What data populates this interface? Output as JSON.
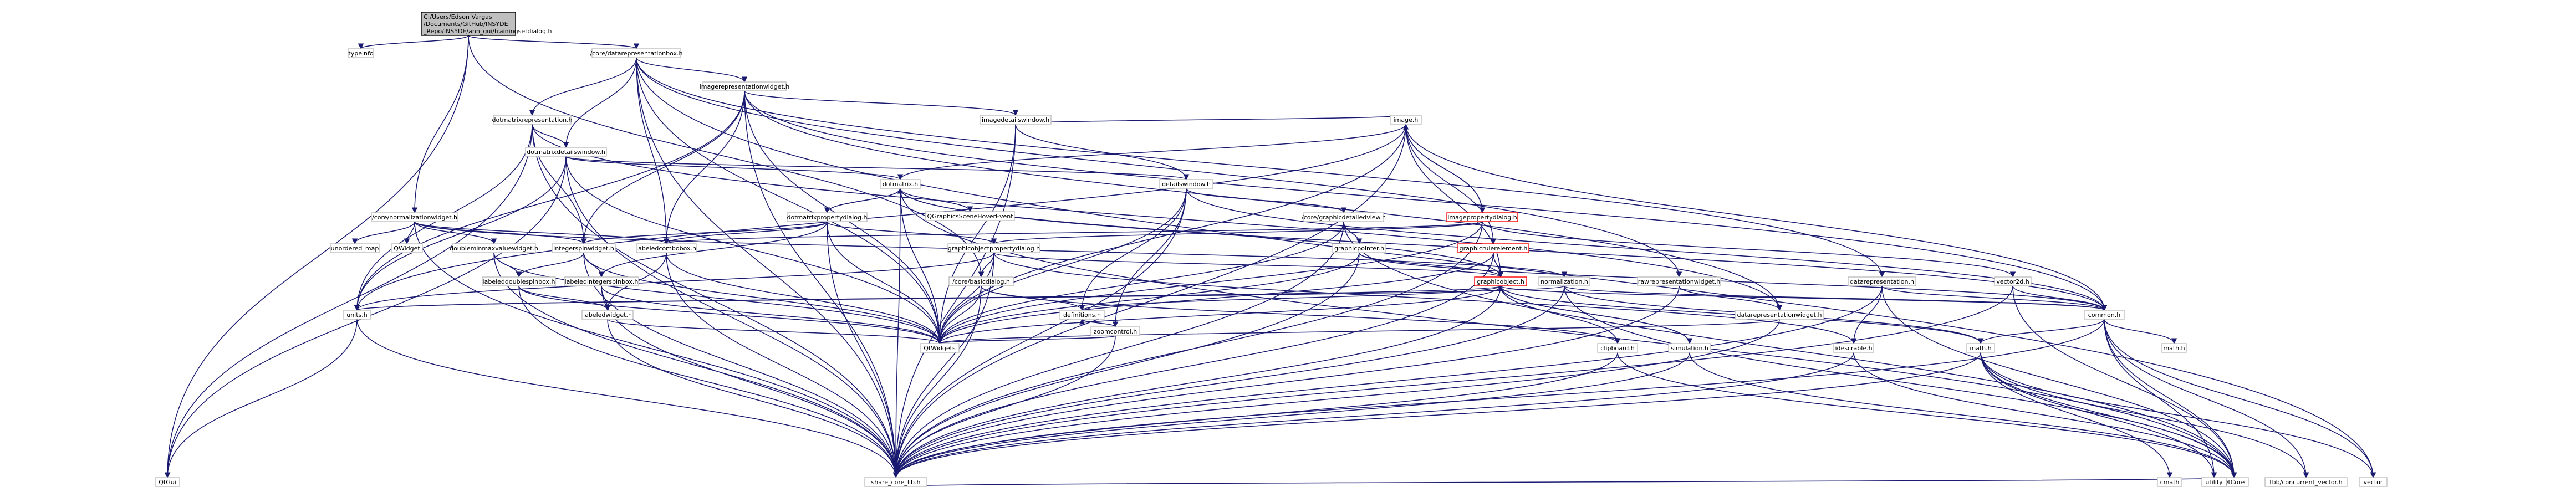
{
  "graph": {
    "root": {
      "id": "root",
      "lines": [
        "C:/Users/Edson Vargas",
        "/Documents/GitHub/INSYDE",
        "_Repo/INSYDE/ann_gui/trainingsetdialog.h"
      ]
    },
    "nodes": [
      {
        "id": "qtgui",
        "label": "QtGui",
        "style": "ext"
      },
      {
        "id": "typeinfo",
        "label": "typeinfo",
        "style": "ext"
      },
      {
        "id": "datarepresentationbox",
        "label": "/core/datarepresentationbox.h",
        "style": "header"
      },
      {
        "id": "imagerepresentationwidget",
        "label": "imagerepresentationwidget.h",
        "style": "header"
      },
      {
        "id": "dotmatrixrepresentation",
        "label": "dotmatrixrepresentation.h",
        "style": "header"
      },
      {
        "id": "imagedetailswindow",
        "label": "imagedetailswindow.h",
        "style": "header"
      },
      {
        "id": "image",
        "label": "image.h",
        "style": "header"
      },
      {
        "id": "dotmatrixdetailswindow",
        "label": "dotmatrixdetailswindow.h",
        "style": "header"
      },
      {
        "id": "detailswindow",
        "label": "detailswindow.h",
        "style": "header"
      },
      {
        "id": "dotmatrix",
        "label": "dotmatrix.h",
        "style": "header"
      },
      {
        "id": "qgraphicsscenehoverevent",
        "label": "QGraphicsSceneHoverEvent",
        "style": "ext"
      },
      {
        "id": "normalizationwidget",
        "label": "/core/normalizationwidget.h",
        "style": "header"
      },
      {
        "id": "dotmatrixpropertydialog",
        "label": "dotmatrixpropertydialog.h",
        "style": "header"
      },
      {
        "id": "graphicdetailedview",
        "label": "/core/graphicdetailedview.h",
        "style": "header"
      },
      {
        "id": "imagepropertydialog",
        "label": "imagepropertydialog.h",
        "style": "red"
      },
      {
        "id": "unorderedmap",
        "label": "unordered_map",
        "style": "ext"
      },
      {
        "id": "qwidget",
        "label": "QWidget",
        "style": "ext"
      },
      {
        "id": "doubleminmaxvaluewidget",
        "label": "doubleminmaxvaluewidget.h",
        "style": "header"
      },
      {
        "id": "integerspinwidget",
        "label": "integerspinwidget.h",
        "style": "header"
      },
      {
        "id": "labeledcombobox",
        "label": "labeledcombobox.h",
        "style": "header"
      },
      {
        "id": "graphicobjectpropertydialog",
        "label": "graphicobjectpropertydialog.h",
        "style": "header"
      },
      {
        "id": "graphicpointer",
        "label": "graphicpointer.h",
        "style": "header"
      },
      {
        "id": "graphicrulerelement",
        "label": "graphicrulerelement.h",
        "style": "red"
      },
      {
        "id": "labeleddoublespinbox",
        "label": "labeleddoublespinbox.h",
        "style": "header"
      },
      {
        "id": "labeledintegerspinbox",
        "label": "labeledintegerspinbox.h",
        "style": "header"
      },
      {
        "id": "corebasicdialog",
        "label": "/core/basicdialog.h",
        "style": "header"
      },
      {
        "id": "zoomcontrol",
        "label": "zoomcontrol.h",
        "style": "header"
      },
      {
        "id": "graphicobject",
        "label": "graphicobject.h",
        "style": "red"
      },
      {
        "id": "normalization",
        "label": "normalization.h",
        "style": "header"
      },
      {
        "id": "rawrepresentationwidget",
        "label": "rawrepresentationwidget.h",
        "style": "header"
      },
      {
        "id": "datarepresentation",
        "label": "datarepresentation.h",
        "style": "header"
      },
      {
        "id": "vector2d",
        "label": "vector2d.h",
        "style": "header"
      },
      {
        "id": "labeledwidget",
        "label": "labeledwidget.h",
        "style": "header"
      },
      {
        "id": "units",
        "label": "units.h",
        "style": "header"
      },
      {
        "id": "definitions",
        "label": "definitions.h",
        "style": "header"
      },
      {
        "id": "datarepresentationwidget",
        "label": "datarepresentationwidget.h",
        "style": "header"
      },
      {
        "id": "common",
        "label": "common.h",
        "style": "header"
      },
      {
        "id": "qtwidgets",
        "label": "QtWidgets",
        "style": "ext"
      },
      {
        "id": "clipboard",
        "label": "clipboard.h",
        "style": "header"
      },
      {
        "id": "simulation",
        "label": "simulation.h",
        "style": "header"
      },
      {
        "id": "idescrable",
        "label": "idescrable.h",
        "style": "header"
      },
      {
        "id": "mathh",
        "label": "math.h",
        "style": "header"
      },
      {
        "id": "mathlib",
        "label": "math.h",
        "style": "ext"
      },
      {
        "id": "sharecorelib",
        "label": "share_core_lib.h",
        "style": "header"
      },
      {
        "id": "qtcore",
        "label": "QtCore",
        "style": "ext"
      },
      {
        "id": "cmath",
        "label": "cmath",
        "style": "ext"
      },
      {
        "id": "utility",
        "label": "utility",
        "style": "ext"
      },
      {
        "id": "tbbconcurrentvector",
        "label": "tbb/concurrent_vector.h",
        "style": "ext"
      },
      {
        "id": "vector",
        "label": "vector",
        "style": "ext"
      }
    ],
    "edges": [
      [
        "root",
        "qtgui"
      ],
      [
        "root",
        "typeinfo"
      ],
      [
        "root",
        "datarepresentationbox"
      ],
      [
        "root",
        "normalizationwidget"
      ],
      [
        "root",
        "corebasicdialog"
      ],
      [
        "datarepresentationbox",
        "imagerepresentationwidget"
      ],
      [
        "datarepresentationbox",
        "dotmatrixrepresentation"
      ],
      [
        "datarepresentationbox",
        "dotmatrixdetailswindow"
      ],
      [
        "datarepresentationbox",
        "labeledcombobox"
      ],
      [
        "datarepresentationbox",
        "qtwidgets"
      ],
      [
        "datarepresentationbox",
        "sharecorelib"
      ],
      [
        "datarepresentationbox",
        "rawrepresentationwidget"
      ],
      [
        "datarepresentationbox",
        "datarepresentation"
      ],
      [
        "datarepresentationbox",
        "vector"
      ],
      [
        "imagerepresentationwidget",
        "imagedetailswindow"
      ],
      [
        "imagerepresentationwidget",
        "integerspinwidget"
      ],
      [
        "imagerepresentationwidget",
        "labeledcombobox"
      ],
      [
        "imagerepresentationwidget",
        "units"
      ],
      [
        "imagerepresentationwidget",
        "datarepresentationwidget"
      ],
      [
        "imagerepresentationwidget",
        "qtwidgets"
      ],
      [
        "imagerepresentationwidget",
        "sharecorelib"
      ],
      [
        "imagerepresentationwidget",
        "common"
      ],
      [
        "dotmatrixrepresentation",
        "dotmatrixdetailswindow"
      ],
      [
        "dotmatrixrepresentation",
        "integerspinwidget"
      ],
      [
        "dotmatrixrepresentation",
        "units"
      ],
      [
        "dotmatrixrepresentation",
        "datarepresentationwidget"
      ],
      [
        "dotmatrixrepresentation",
        "qtgui"
      ],
      [
        "dotmatrixrepresentation",
        "sharecorelib"
      ],
      [
        "imagedetailswindow",
        "image"
      ],
      [
        "imagedetailswindow",
        "detailswindow"
      ],
      [
        "imagedetailswindow",
        "qtwidgets"
      ],
      [
        "imagedetailswindow",
        "sharecorelib"
      ],
      [
        "image",
        "dotmatrix"
      ],
      [
        "image",
        "imagepropertydialog"
      ],
      [
        "image",
        "graphicobject"
      ],
      [
        "image",
        "graphicrulerelement"
      ],
      [
        "image",
        "units"
      ],
      [
        "image",
        "qtwidgets"
      ],
      [
        "image",
        "sharecorelib"
      ],
      [
        "image",
        "common"
      ],
      [
        "dotmatrixdetailswindow",
        "dotmatrix"
      ],
      [
        "dotmatrixdetailswindow",
        "detailswindow"
      ],
      [
        "dotmatrixdetailswindow",
        "qtwidgets"
      ],
      [
        "dotmatrixdetailswindow",
        "sharecorelib"
      ],
      [
        "dotmatrixdetailswindow",
        "qtgui"
      ],
      [
        "dotmatrixdetailswindow",
        "units"
      ],
      [
        "detailswindow",
        "graphicdetailedview"
      ],
      [
        "detailswindow",
        "zoomcontrol"
      ],
      [
        "detailswindow",
        "definitions"
      ],
      [
        "detailswindow",
        "qtwidgets"
      ],
      [
        "detailswindow",
        "sharecorelib"
      ],
      [
        "detailswindow",
        "common"
      ],
      [
        "dotmatrix",
        "dotmatrixpropertydialog"
      ],
      [
        "dotmatrix",
        "qgraphicsscenehoverevent"
      ],
      [
        "dotmatrix",
        "graphicobject"
      ],
      [
        "dotmatrix",
        "qtwidgets"
      ],
      [
        "dotmatrix",
        "sharecorelib"
      ],
      [
        "dotmatrix",
        "common"
      ],
      [
        "dotmatrix",
        "qtcore"
      ],
      [
        "normalizationwidget",
        "unorderedmap"
      ],
      [
        "normalizationwidget",
        "qwidget"
      ],
      [
        "normalizationwidget",
        "doubleminmaxvaluewidget"
      ],
      [
        "normalizationwidget",
        "labeledcombobox"
      ],
      [
        "normalizationwidget",
        "normalization"
      ],
      [
        "normalizationwidget",
        "sharecorelib"
      ],
      [
        "normalizationwidget",
        "integerspinwidget"
      ],
      [
        "dotmatrixpropertydialog",
        "dotmatrix"
      ],
      [
        "dotmatrixpropertydialog",
        "graphicobjectpropertydialog"
      ],
      [
        "dotmatrixpropertydialog",
        "integerspinwidget"
      ],
      [
        "dotmatrixpropertydialog",
        "labeledcombobox"
      ],
      [
        "dotmatrixpropertydialog",
        "labeledintegerspinbox"
      ],
      [
        "dotmatrixpropertydialog",
        "qtwidgets"
      ],
      [
        "dotmatrixpropertydialog",
        "sharecorelib"
      ],
      [
        "graphicdetailedview",
        "graphicpointer"
      ],
      [
        "graphicdetailedview",
        "qtwidgets"
      ],
      [
        "graphicdetailedview",
        "sharecorelib"
      ],
      [
        "graphicdetailedview",
        "qtcore"
      ],
      [
        "imagepropertydialog",
        "image"
      ],
      [
        "imagepropertydialog",
        "graphicobjectpropertydialog"
      ],
      [
        "imagepropertydialog",
        "labeledcombobox"
      ],
      [
        "imagepropertydialog",
        "qtwidgets"
      ],
      [
        "imagepropertydialog",
        "sharecorelib"
      ],
      [
        "imagepropertydialog",
        "vector2d"
      ],
      [
        "doubleminmaxvaluewidget",
        "labeleddoublespinbox"
      ],
      [
        "doubleminmaxvaluewidget",
        "qtwidgets"
      ],
      [
        "doubleminmaxvaluewidget",
        "sharecorelib"
      ],
      [
        "integerspinwidget",
        "labeleddoublespinbox"
      ],
      [
        "integerspinwidget",
        "labeledintegerspinbox"
      ],
      [
        "integerspinwidget",
        "qtwidgets"
      ],
      [
        "integerspinwidget",
        "sharecorelib"
      ],
      [
        "labeledcombobox",
        "labeledwidget"
      ],
      [
        "labeledcombobox",
        "qtwidgets"
      ],
      [
        "labeledcombobox",
        "sharecorelib"
      ],
      [
        "graphicobjectpropertydialog",
        "corebasicdialog"
      ],
      [
        "graphicobjectpropertydialog",
        "graphicobject"
      ],
      [
        "graphicobjectpropertydialog",
        "units"
      ],
      [
        "graphicobjectpropertydialog",
        "qtwidgets"
      ],
      [
        "graphicobjectpropertydialog",
        "sharecorelib"
      ],
      [
        "graphicobjectpropertydialog",
        "idescrable"
      ],
      [
        "graphicpointer",
        "graphicobject"
      ],
      [
        "graphicpointer",
        "qtwidgets"
      ],
      [
        "graphicpointer",
        "sharecorelib"
      ],
      [
        "graphicpointer",
        "common"
      ],
      [
        "graphicrulerelement",
        "graphicobject"
      ],
      [
        "graphicrulerelement",
        "qtwidgets"
      ],
      [
        "graphicrulerelement",
        "sharecorelib"
      ],
      [
        "labeleddoublespinbox",
        "labeledwidget"
      ],
      [
        "labeleddoublespinbox",
        "qtwidgets"
      ],
      [
        "labeleddoublespinbox",
        "sharecorelib"
      ],
      [
        "labeledintegerspinbox",
        "labeledwidget"
      ],
      [
        "labeledintegerspinbox",
        "qtwidgets"
      ],
      [
        "labeledintegerspinbox",
        "sharecorelib"
      ],
      [
        "corebasicdialog",
        "definitions"
      ],
      [
        "corebasicdialog",
        "qtwidgets"
      ],
      [
        "corebasicdialog",
        "sharecorelib"
      ],
      [
        "corebasicdialog",
        "clipboard"
      ],
      [
        "zoomcontrol",
        "definitions"
      ],
      [
        "zoomcontrol",
        "qtwidgets"
      ],
      [
        "zoomcontrol",
        "sharecorelib"
      ],
      [
        "graphicobject",
        "units"
      ],
      [
        "graphicobject",
        "definitions"
      ],
      [
        "graphicobject",
        "qtwidgets"
      ],
      [
        "graphicobject",
        "sharecorelib"
      ],
      [
        "graphicobject",
        "clipboard"
      ],
      [
        "graphicobject",
        "simulation"
      ],
      [
        "graphicobject",
        "common"
      ],
      [
        "graphicobject",
        "mathh"
      ],
      [
        "normalization",
        "units"
      ],
      [
        "normalization",
        "sharecorelib"
      ],
      [
        "normalization",
        "common"
      ],
      [
        "normalization",
        "mathh"
      ],
      [
        "normalization",
        "qtcore"
      ],
      [
        "rawrepresentationwidget",
        "datarepresentationwidget"
      ],
      [
        "rawrepresentationwidget",
        "sharecorelib"
      ],
      [
        "datarepresentation",
        "idescrable"
      ],
      [
        "datarepresentation",
        "sharecorelib"
      ],
      [
        "datarepresentation",
        "common"
      ],
      [
        "datarepresentation",
        "qtcore"
      ],
      [
        "vector2d",
        "common"
      ],
      [
        "vector2d",
        "sharecorelib"
      ],
      [
        "vector2d",
        "qtcore"
      ],
      [
        "labeledwidget",
        "qtwidgets"
      ],
      [
        "labeledwidget",
        "sharecorelib"
      ],
      [
        "units",
        "qtgui"
      ],
      [
        "units",
        "sharecorelib"
      ],
      [
        "datarepresentationwidget",
        "qtwidgets"
      ],
      [
        "datarepresentationwidget",
        "sharecorelib"
      ],
      [
        "common",
        "mathlib"
      ],
      [
        "common",
        "mathh"
      ],
      [
        "common",
        "qtcore"
      ],
      [
        "common",
        "sharecorelib"
      ],
      [
        "common",
        "vector"
      ],
      [
        "common",
        "utility"
      ],
      [
        "common",
        "tbbconcurrentvector"
      ],
      [
        "clipboard",
        "sharecorelib"
      ],
      [
        "clipboard",
        "qtcore"
      ],
      [
        "simulation",
        "graphicobject"
      ],
      [
        "simulation",
        "sharecorelib"
      ],
      [
        "simulation",
        "qtcore"
      ],
      [
        "idescrable",
        "sharecorelib"
      ],
      [
        "idescrable",
        "qtcore"
      ],
      [
        "mathh",
        "cmath"
      ],
      [
        "mathh",
        "utility"
      ],
      [
        "mathh",
        "tbbconcurrentvector"
      ],
      [
        "mathh",
        "vector"
      ],
      [
        "mathh",
        "sharecorelib"
      ],
      [
        "mathh",
        "qtcore"
      ],
      [
        "sharecorelib",
        "qtcore"
      ]
    ]
  }
}
